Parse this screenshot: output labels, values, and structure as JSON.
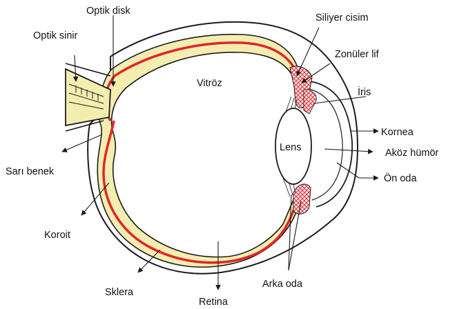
{
  "diagram": {
    "labels": {
      "optic_disc": "Optik disk",
      "optic_nerve": "Optik sinir",
      "ciliary_body": "Siliyer cisim",
      "zonular_fibers": "Zonüler lif",
      "iris": "İris",
      "vitreous": "Vitröz",
      "lens": "Lens",
      "cornea": "Kornea",
      "aqueous_humor": "Aköz hümör",
      "anterior_chamber": "Ön oda",
      "macula": "Sarı benek",
      "choroid": "Koroit",
      "sclera": "Sklera",
      "retina": "Retina",
      "posterior_chamber": "Arka oda"
    },
    "colors": {
      "outline": "#1a1a1a",
      "choroid_fill": "#f3eeb0",
      "retina_line": "#e3242b",
      "ciliary_hatch": "#d8363b",
      "background": "#ffffff"
    }
  }
}
